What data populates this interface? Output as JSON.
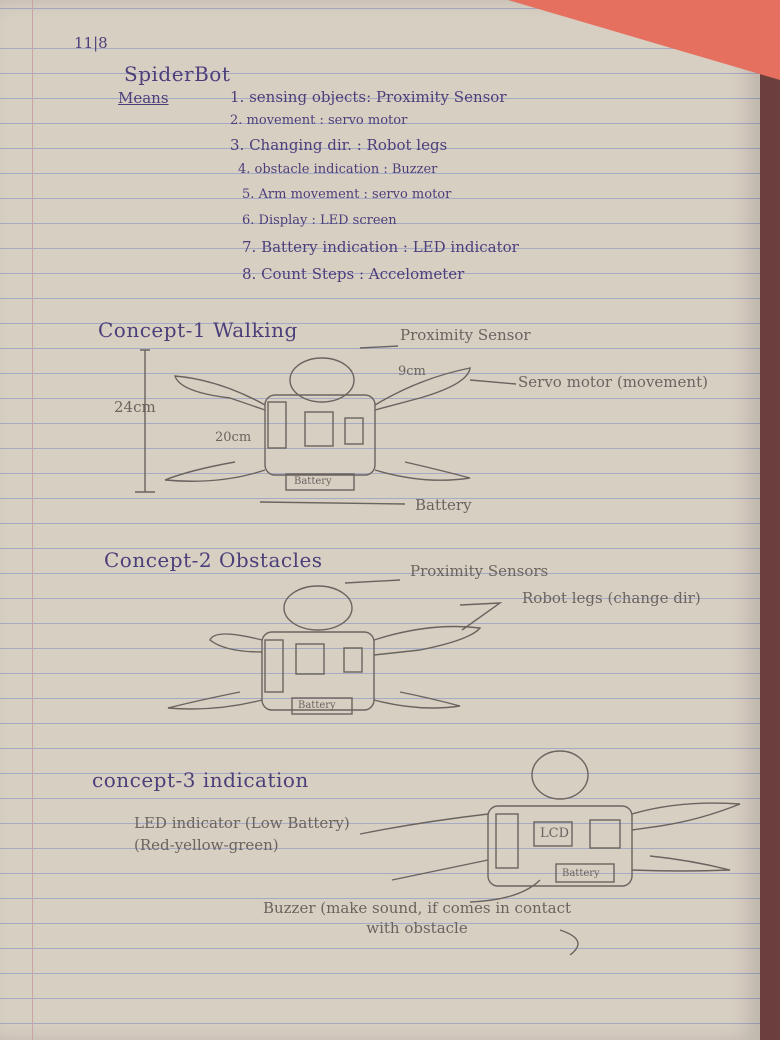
{
  "page_number": "11|8",
  "title": "SpiderBot",
  "means_label": "Means",
  "means": [
    "1. sensing objects: Proximity Sensor",
    "2. movement : servo motor",
    "3. Changing dir. : Robot legs",
    "4. obstacle indication : Buzzer",
    "5. Arm movement : servo motor",
    "6. Display : LED screen",
    "7. Battery indication : LED indicator",
    "8. Count Steps : Accelometer"
  ],
  "concept1": {
    "heading": "Concept-1 Walking",
    "proximity": "Proximity Sensor",
    "width_dim": "9cm",
    "servo": "Servo motor (movement)",
    "height_dim": "24cm",
    "body_dim": "20cm",
    "battery_box": "Battery",
    "battery": "Battery"
  },
  "concept2": {
    "heading": "Concept-2 Obstacles",
    "proximity": "Proximity Sensors",
    "legs": "Robot legs (change dir)",
    "battery_box": "Battery"
  },
  "concept3": {
    "heading": "concept-3 indication",
    "led_indicator": "LED indicator (Low Battery) (Red-yellow-green)",
    "buzzer": "Buzzer (make sound, if comes in contact with obstacle",
    "lcd": "LCD",
    "battery_box": "Battery"
  },
  "colors": {
    "ink": "#4b3f7a",
    "pencil": "#6a645f",
    "paper": "#d8cfc3",
    "lines": "#a6aac4"
  }
}
